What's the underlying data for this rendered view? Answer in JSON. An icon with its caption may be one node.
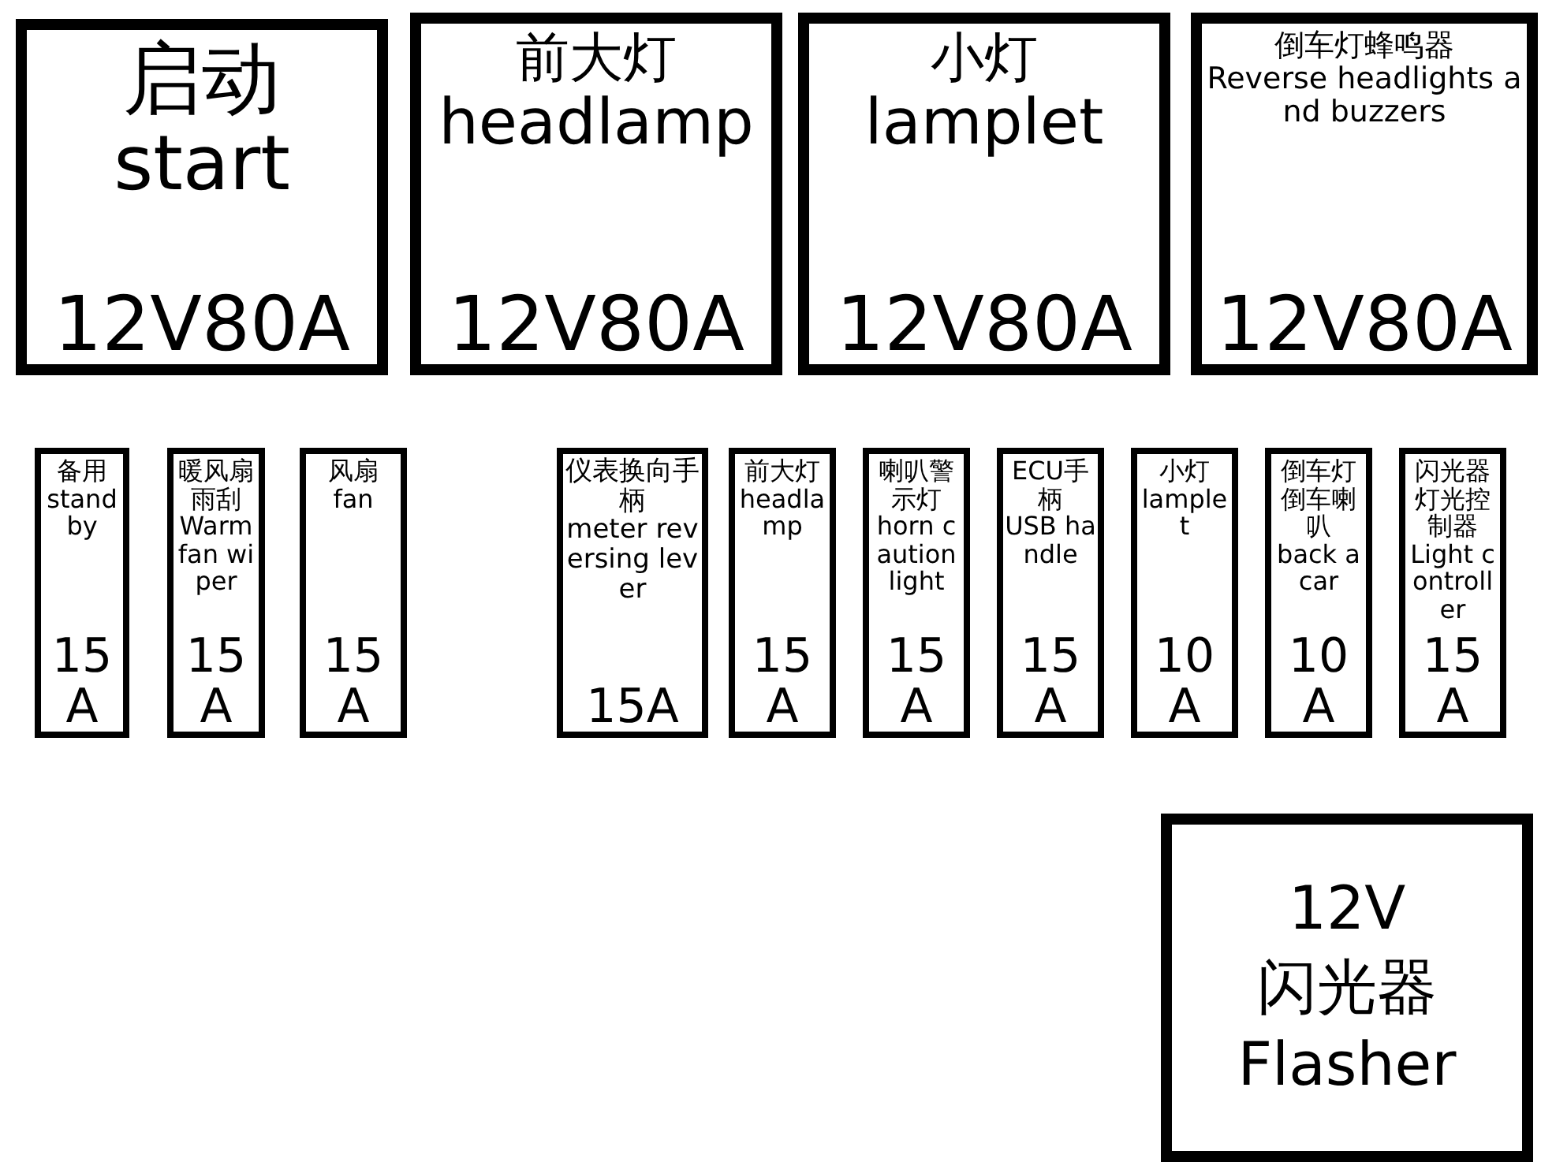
{
  "diagram": {
    "nodes": [
      {
        "text": [
          "启动",
          "start",
          "12V80A"
        ]
      },
      {
        "text": [
          "前大灯",
          "headlamp",
          "12V80A"
        ]
      },
      {
        "text": [
          "小灯",
          "lamplet",
          "12V80A"
        ]
      },
      {
        "text": [
          "倒车灯蜂鸣器",
          "Reverse headlights and buzzers",
          "12V80A"
        ]
      },
      {
        "text": [
          "备用",
          "standby",
          "15A"
        ]
      },
      {
        "text": [
          "暖风扇雨刮",
          "Warm fan wiper",
          "15A"
        ]
      },
      {
        "text": [
          "风扇",
          "fan",
          "15A"
        ]
      },
      {
        "text": [
          "仪表换向手柄",
          "meter reversing lever",
          "15A"
        ]
      },
      {
        "text": [
          "前大灯",
          "headlamp",
          "15A"
        ]
      },
      {
        "text": [
          "喇叭警示灯",
          "horn caution light",
          "15A"
        ]
      },
      {
        "text": [
          "ECU手柄",
          "USB handle",
          "15A"
        ]
      },
      {
        "text": [
          "小灯",
          "lamplet",
          "10A"
        ]
      },
      {
        "text": [
          "倒车灯倒车喇叭",
          "back a car",
          "10A"
        ]
      },
      {
        "text": [
          "闪光器灯光控制器",
          "Light controller",
          "15A"
        ]
      },
      {
        "text": [
          "12V",
          "闪光器",
          "Flasher"
        ]
      }
    ]
  }
}
